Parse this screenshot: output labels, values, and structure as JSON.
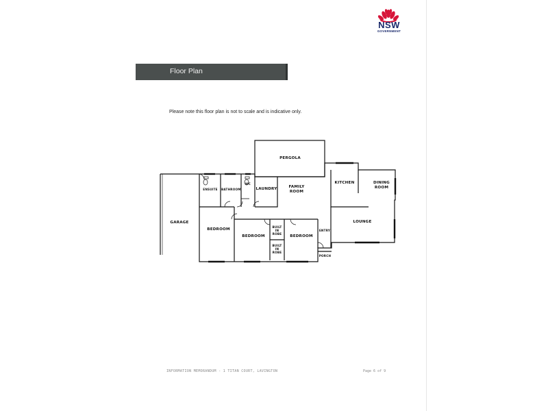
{
  "header": {
    "logo_text": "NSW",
    "logo_subtext": "GOVERNMENT"
  },
  "banner": {
    "title": "Floor Plan"
  },
  "note": "Please note this floor plan is not to scale and is indicative only.",
  "floor_plan": {
    "rooms": [
      {
        "id": "pergola",
        "label": "PERGOLA"
      },
      {
        "id": "ensuite",
        "label": "ENSUITE"
      },
      {
        "id": "bathroom",
        "label": "BATHROOM"
      },
      {
        "id": "wc",
        "label": "WC"
      },
      {
        "id": "laundry",
        "label": "LAUNDRY"
      },
      {
        "id": "family",
        "label": "FAMILY ROOM"
      },
      {
        "id": "kitchen",
        "label": "KITCHEN"
      },
      {
        "id": "dining",
        "label": "DINING ROOM"
      },
      {
        "id": "garage",
        "label": "GARAGE"
      },
      {
        "id": "bedroom1",
        "label": "BEDROOM"
      },
      {
        "id": "bedroom2",
        "label": "BEDROOM"
      },
      {
        "id": "robe1",
        "label": "BUILT IN ROBE"
      },
      {
        "id": "robe2",
        "label": "BUILT IN ROBE"
      },
      {
        "id": "bedroom3",
        "label": "BEDROOM"
      },
      {
        "id": "entry",
        "label": "ENTRY"
      },
      {
        "id": "lounge",
        "label": "LOUNGE"
      },
      {
        "id": "porch",
        "label": "PORCH"
      }
    ]
  },
  "footer": {
    "left": "INFORMATION MEMORANDUM - 1 TITAN COURT, LAVINGTON",
    "right": "Page 6 of 9"
  },
  "colors": {
    "banner_bg": "#4a4f4e",
    "banner_text": "#f2f2f2",
    "logo_red": "#d7153a",
    "logo_blue": "#1a2a6c"
  }
}
